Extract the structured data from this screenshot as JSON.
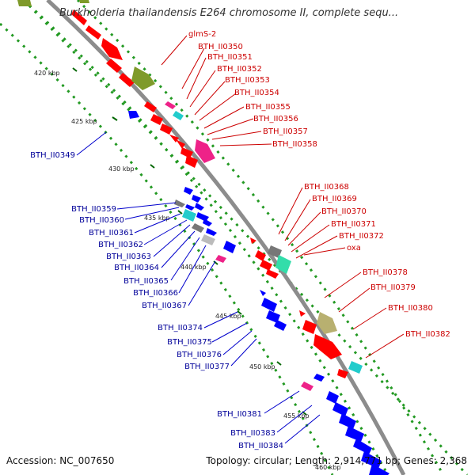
{
  "title": "Burkholderia thailandensis E264 chromosome II, complete sequ...",
  "footer": {
    "accession": "Accession: NC_007650",
    "stats": "Topology: circular; Length: 2,914,771 bp; Genes: 2,368"
  },
  "colors": {
    "backbone": "#8c8c8c",
    "forward_gene": "#ff0000",
    "reverse_gene": "#0000ff",
    "forward_label": "#cc0000",
    "reverse_label": "#000099",
    "dotted_ring": "#229922",
    "olive": "#7f9a2a",
    "khaki": "#b8b070",
    "cyan": "#22cccc",
    "magenta": "#ee2288",
    "gray": "#777777",
    "light_gray": "#bbbbbb",
    "teal": "#33ddaa",
    "pink": "#ff3399"
  },
  "ticks": [
    {
      "label": "420 kbp"
    },
    {
      "label": "425 kbp"
    },
    {
      "label": "430 kbp"
    },
    {
      "label": "435 kbp"
    },
    {
      "label": "440 kbp"
    },
    {
      "label": "445 kbp"
    },
    {
      "label": "450 kbp"
    },
    {
      "label": "455 kbp"
    },
    {
      "label": "460 kbp"
    }
  ],
  "forward_labels": [
    "glmS-2",
    "BTH_II0350",
    "BTH_II0351",
    "BTH_II0352",
    "BTH_II0353",
    "BTH_II0354",
    "BTH_II0355",
    "BTH_II0356",
    "BTH_II0357",
    "BTH_II0358",
    "BTH_II0368",
    "BTH_II0369",
    "BTH_II0370",
    "BTH_II0371",
    "BTH_II0372",
    "oxa",
    "BTH_II0378",
    "BTH_II0379",
    "BTH_II0380",
    "BTH_II0382"
  ],
  "reverse_labels": [
    "BTH_II0349",
    "BTH_II0359",
    "BTH_II0360",
    "BTH_II0361",
    "BTH_II0362",
    "BTH_II0363",
    "BTH_II0364",
    "BTH_II0365",
    "BTH_II0366",
    "BTH_II0367",
    "BTH_II0374",
    "BTH_II0375",
    "BTH_II0376",
    "BTH_II0377",
    "BTH_II0381",
    "BTH_II0383",
    "BTH_II0384"
  ]
}
